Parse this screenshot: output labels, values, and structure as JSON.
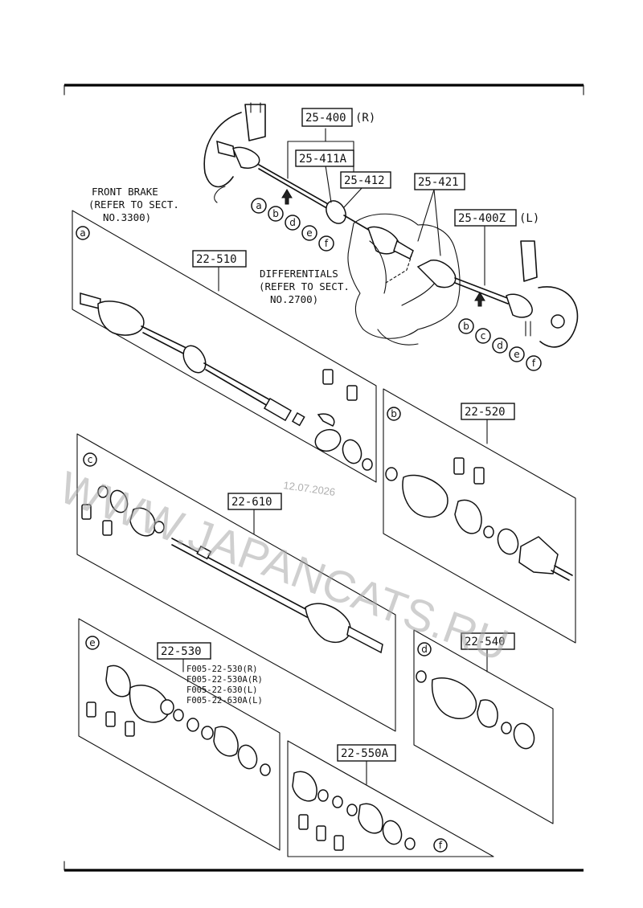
{
  "callouts": {
    "c25_400": "25-400",
    "c25_400_side": "(R)",
    "c25_411a": "25-411A",
    "c25_412": "25-412",
    "c25_421": "25-421",
    "c25_400z": "25-400Z",
    "c25_400z_side": "(L)",
    "c22_510": "22-510",
    "c22_520": "22-520",
    "c22_610": "22-610",
    "c22_530": "22-530",
    "c22_540": "22-540",
    "c22_550a": "22-550A"
  },
  "notes": {
    "front_brake": [
      "FRONT BRAKE",
      "(REFER TO SECT.",
      "NO.3300)"
    ],
    "differentials": [
      "DIFFERENTIALS",
      "(REFER TO SECT.",
      "NO.2700)"
    ],
    "part_numbers": [
      "F005-22-530(R)",
      "F005-22-530A(R)",
      "F005-22-630(L)",
      "F005-22-630A(L)"
    ]
  },
  "letters": {
    "top_right_row": [
      "a",
      "b",
      "d",
      "e",
      "f"
    ],
    "mid_right_row": [
      "b",
      "c",
      "d",
      "e",
      "f"
    ],
    "panel_a": "a",
    "panel_b": "b",
    "panel_c": "c",
    "panel_d": "d",
    "panel_e": "e",
    "panel_f": "f"
  },
  "watermark": {
    "site": "WWW.JAPANCATS.RU",
    "date": "12.07.2026"
  }
}
